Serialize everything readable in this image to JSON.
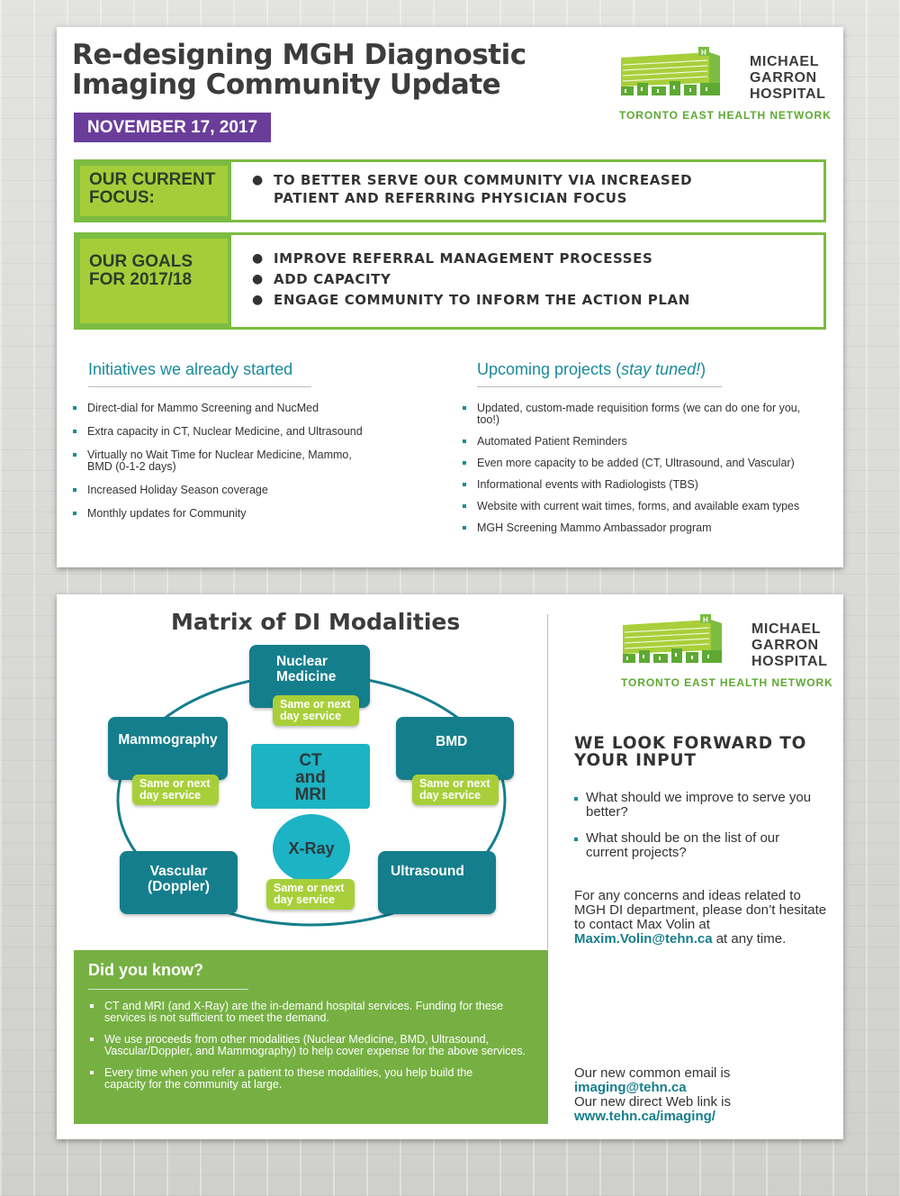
{
  "card1": {
    "title_line1": "Re-designing MGH Diagnostic",
    "title_line2": "Imaging Community Update",
    "date": "NOVEMBER 17, 2017",
    "focus": {
      "label_line1": "OUR CURRENT",
      "label_line2": "FOCUS:",
      "items": [
        {
          "line1": "TO BETTER SERVE OUR COMMUNITY VIA INCREASED",
          "line2": "PATIENT AND REFERRING PHYSICIAN FOCUS"
        }
      ]
    },
    "goals": {
      "label_line1": "OUR GOALS",
      "label_line2": "FOR 2017/18",
      "items": [
        "IMPROVE REFERRAL MANAGEMENT PROCESSES",
        "ADD CAPACITY",
        "ENGAGE COMMUNITY TO INFORM THE ACTION PLAN"
      ]
    },
    "initiatives": {
      "title": "Initiatives we already started",
      "items": [
        "Direct-dial for Mammo Screening and NucMed",
        "Extra capacity in CT, Nuclear Medicine, and Ultrasound",
        "Virtually no Wait Time for Nuclear Medicine, Mammo, BMD (0-1-2 days)",
        "Increased Holiday Season coverage",
        "Monthly updates for Community"
      ]
    },
    "upcoming": {
      "title_prefix": "Upcoming projects (",
      "title_italic": "stay tuned!",
      "title_suffix": ")",
      "items": [
        "Updated, custom-made requisition forms (we can do one for you, too!)",
        "Automated Patient Reminders",
        "Even more capacity to be added (CT, Ultrasound, and Vascular)",
        "Informational events with Radiologists (TBS)",
        "Website with current wait times, forms, and available exam types",
        "MGH Screening Mammo Ambassador program"
      ]
    }
  },
  "logo": {
    "name_line1": "MICHAEL",
    "name_line2": "GARRON",
    "name_line3": "HOSPITAL",
    "network": "TORONTO EAST HEALTH NETWORK"
  },
  "card2": {
    "matrix_title": "Matrix of DI Modalities",
    "modalities": {
      "nuclear_line1": "Nuclear",
      "nuclear_line2": "Medicine",
      "mammography": "Mammography",
      "bmd": "BMD",
      "vascular_line1": "Vascular",
      "vascular_line2": "(Doppler)",
      "ultrasound": "Ultrasound",
      "ct_line1": "CT",
      "ct_line2": "and",
      "ct_line3": "MRI",
      "xray": "X-Ray",
      "same_line1": "Same or next",
      "same_line2": "day service"
    },
    "did_you_know": {
      "title": "Did you know?",
      "items": [
        "CT and MRI (and X-Ray) are the in-demand hospital services. Funding for these services is not sufficient to meet the demand.",
        "We use proceeds from other modalities (Nuclear Medicine, BMD, Ultrasound, Vascular/Doppler, and Mammography) to help cover expense for the above services.",
        "Every time when you refer a patient to these modalities, you help build the capacity for the community at large."
      ]
    },
    "input": {
      "title_line1": "WE LOOK FORWARD TO",
      "title_line2": "YOUR INPUT",
      "items": [
        "What should we improve to serve you better?",
        "What should be on the list of our current projects?"
      ],
      "contact_text": "For any concerns and ideas related to MGH DI department, please don’t hesitate to contact Max Volin at",
      "contact_email": "Maxim.Volin@tehn.ca",
      "contact_suffix": " at any time.",
      "email_label": "Our new common email is",
      "email": "imaging@tehn.ca",
      "web_label": "Our new direct Web link is",
      "web": "www.tehn.ca/imaging/"
    }
  },
  "colors": {
    "purple": "#6a3d9a",
    "green": "#7cbc42",
    "lime": "#a8cf3a",
    "teal": "#157e8c",
    "cyan": "#1cb3c4"
  }
}
